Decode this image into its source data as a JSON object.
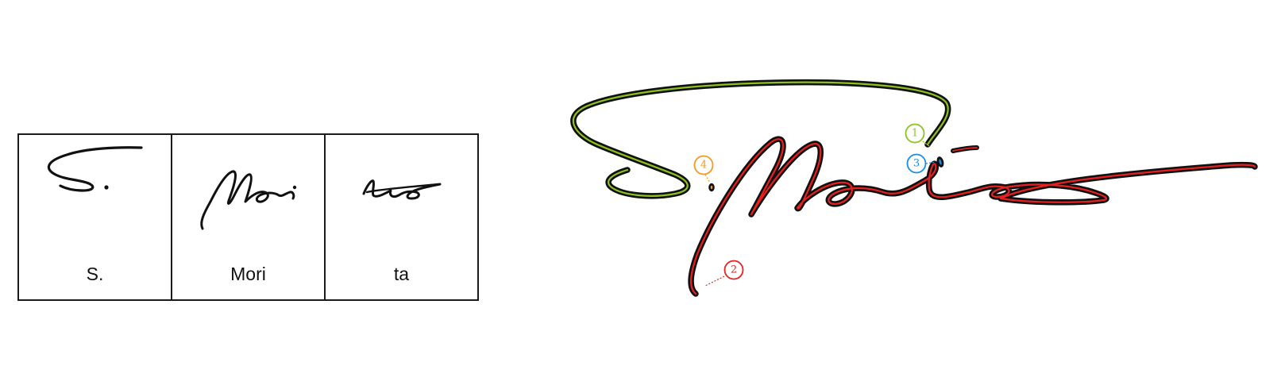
{
  "segments_table": {
    "cells": [
      {
        "label": "S."
      },
      {
        "label": "Mori"
      },
      {
        "label": "ta"
      }
    ]
  },
  "annotated_signature": {
    "strokes": [
      {
        "number": "1",
        "color": "#8dc21f"
      },
      {
        "number": "2",
        "color": "#e8201f"
      },
      {
        "number": "3",
        "color": "#1a8fe0"
      },
      {
        "number": "4",
        "color": "#f39a1e"
      }
    ]
  }
}
